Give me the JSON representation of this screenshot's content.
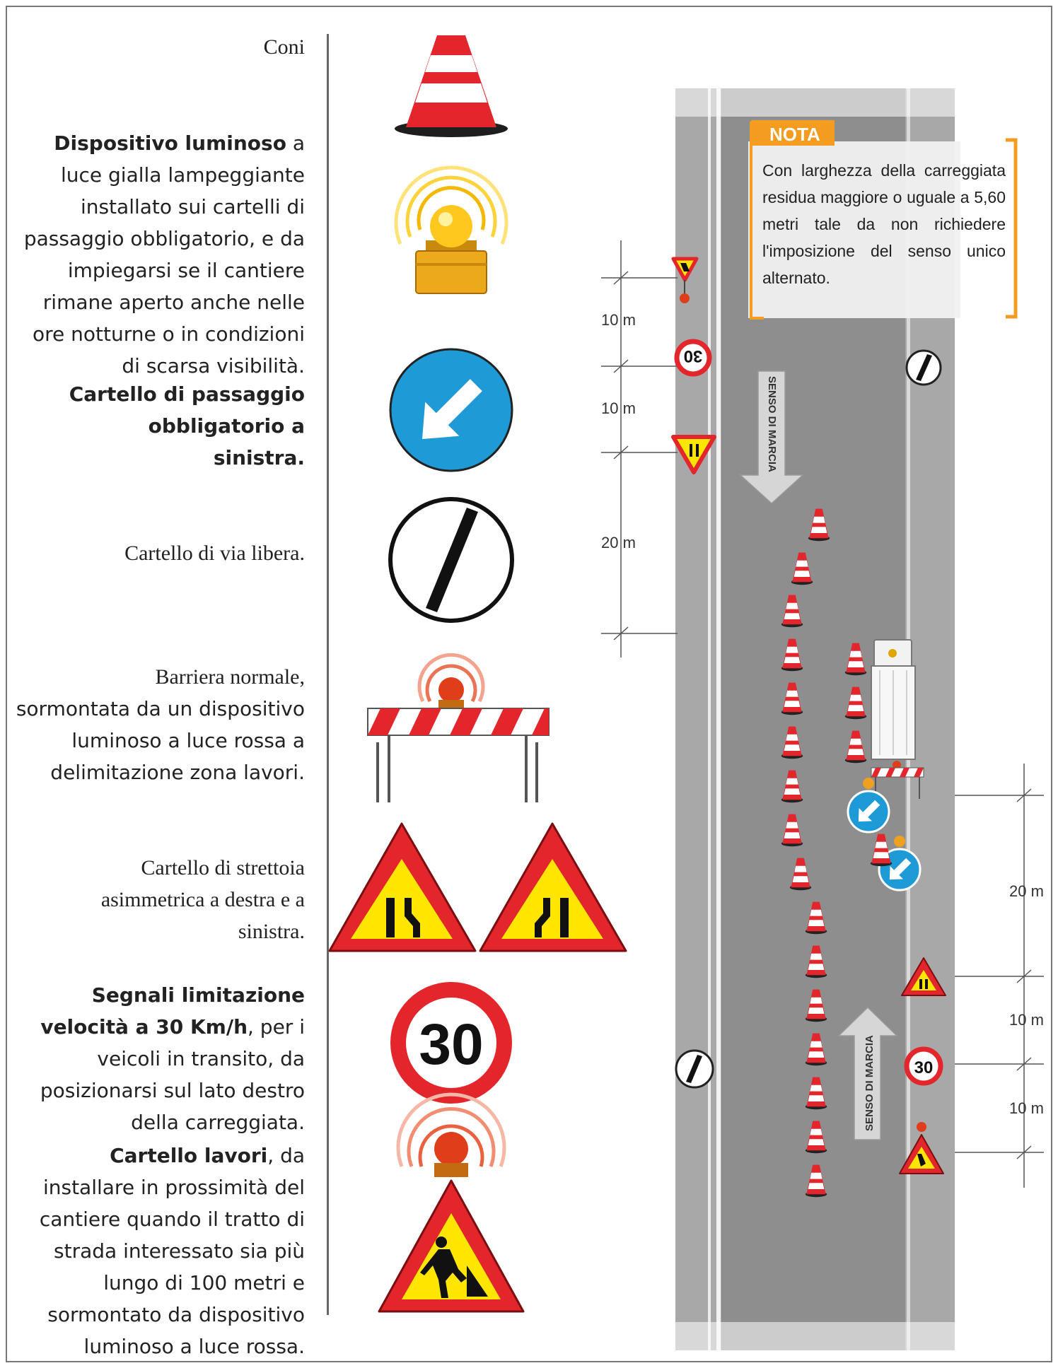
{
  "legend": {
    "coni": "Coni",
    "dispositivo": {
      "bold": "Dispositivo luminoso",
      "rest": " a luce gialla lampeggiante installato sui cartelli di passaggio obbligatorio, e da impiegarsi se il cantiere rimane aperto anche nelle ore notturne o in condizioni di scarsa visibilità."
    },
    "passaggio": "Cartello di passaggio obbligatorio a sinistra.",
    "via_libera": "Cartello di via libera.",
    "barriera": {
      "line1": "Barriera normale,",
      "rest": "sormontata da un dispositivo luminoso a luce rossa a delimitazione zona lavori."
    },
    "strettoia": "Cartello di strettoia asimmetrica a destra e a sinistra.",
    "velocita": {
      "bold": "Segnali limitazione velocità a 30 Km/h",
      "rest": ", per i veicoli in transito, da posizionarsi sul lato destro della carreggiata."
    },
    "lavori": {
      "bold": "Cartello lavori",
      "rest": ", da installare in prossimità del cantiere quando il tratto di strada interessato sia più lungo di 100 metri e sormontato da dispositivo luminoso a luce rossa."
    }
  },
  "nota": {
    "title": "NOTA",
    "text": "Con larghezza della carreggiata residua maggiore o uguale a 5,60 metri tale da non richiedere l'imposizione del senso unico alternato."
  },
  "road": {
    "senso_di_marcia": "SENSO DI MARCIA",
    "speed_value": "30",
    "dimensions_left": [
      "10 m",
      "10 m",
      "20 m"
    ],
    "dimensions_right": [
      "20 m",
      "10 m",
      "10 m"
    ]
  },
  "colors": {
    "sign_red": "#e3262b",
    "sign_yellow": "#ffe600",
    "sign_blue": "#1e9ad6",
    "road_gray": "#a8a8a8",
    "lane_gray": "#8e8e8e",
    "nota_orange": "#f39c1f"
  }
}
